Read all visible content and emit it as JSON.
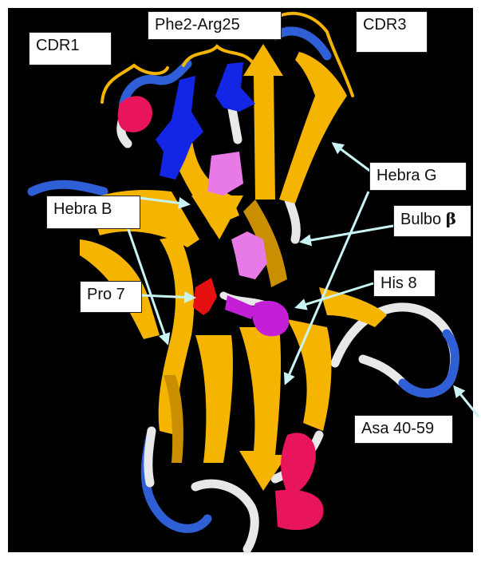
{
  "labels": {
    "cdr1": "CDR1",
    "phe2_arg25": "Phe2-Arg25",
    "cdr3": "CDR3",
    "hebra_g": "Hebra  G",
    "hebra_b": "Hebra B",
    "bulbo": "Bulbo ",
    "bulbo_symbol": "β",
    "pro7": "Pro 7",
    "his8": "His 8",
    "asa": "Asa 40-59"
  },
  "colors": {
    "background": "#000000",
    "strand": "#f5b400",
    "strand_shade": "#c98f00",
    "coil_white": "#e8e8e8",
    "coil_blue": "#2f5fd6",
    "helix": "#e8155d",
    "residue_blue": "#1326e6",
    "residue_violet": "#e87ae8",
    "residue_magenta": "#c21fd6",
    "residue_red": "#e61010",
    "pointer": "#c9f4f4",
    "bracket": "#f5b400"
  }
}
